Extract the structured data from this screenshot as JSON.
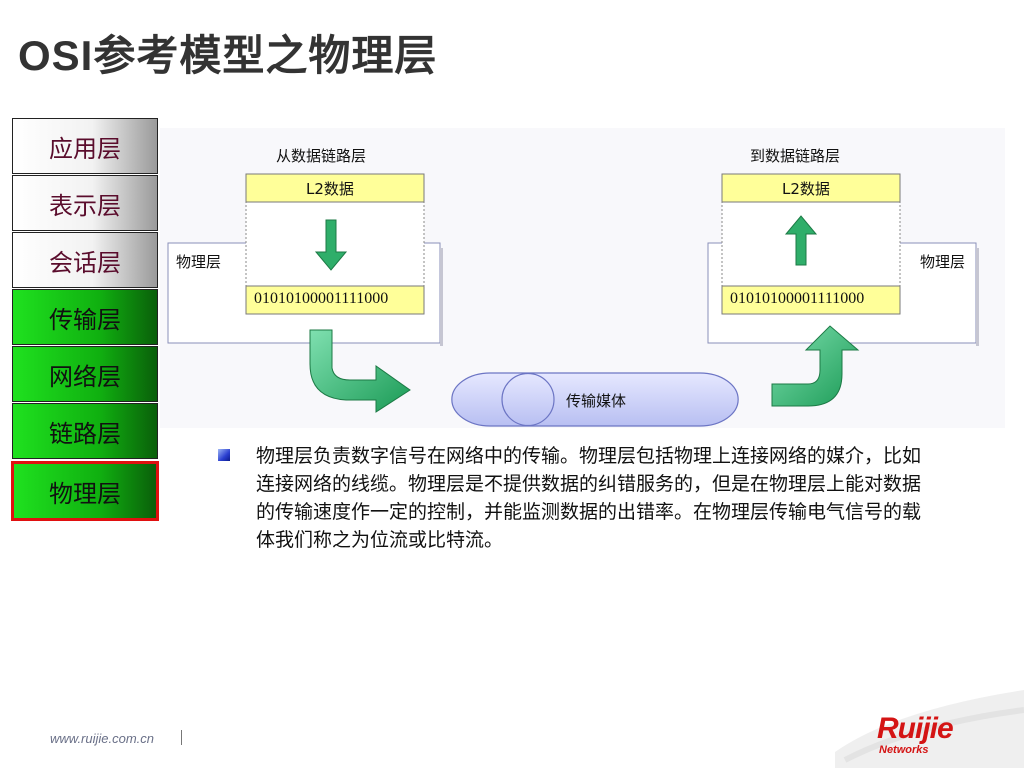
{
  "slide": {
    "title_latin": "OSI",
    "title_cjk": "参考模型之物理层"
  },
  "layers": [
    {
      "label": "应用层"
    },
    {
      "label": "表示层"
    },
    {
      "label": "会话层"
    },
    {
      "label": "传输层"
    },
    {
      "label": "网络层"
    },
    {
      "label": "链路层"
    },
    {
      "label": "物理层"
    }
  ],
  "diagram": {
    "left_header": "从数据链路层",
    "right_header": "到数据链路层",
    "left_data_label": "L2数据",
    "right_data_label": "L2数据",
    "left_layer_label": "物理层",
    "right_layer_label": "物理层",
    "left_bits": "01010100001111000",
    "right_bits": "01010100001111000",
    "medium_label": "传输媒体",
    "colors": {
      "data_box": "#ffff99",
      "arrow_green": "#2fae6a",
      "medium_fill": "#c8ccf5"
    }
  },
  "body": {
    "paragraph": "物理层负责数字信号在网络中的传输。物理层包括物理上连接网络的媒介，比如连接网络的线缆。物理层是不提供数据的纠错服务的，但是在物理层上能对数据的传输速度作一定的控制，并能监测数据的出错率。在物理层传输电气信号的载体我们称之为位流或比特流。"
  },
  "footer": {
    "url": "www.ruijie.com.cn",
    "logo": "Ruijie",
    "logo_sub": "Networks"
  }
}
